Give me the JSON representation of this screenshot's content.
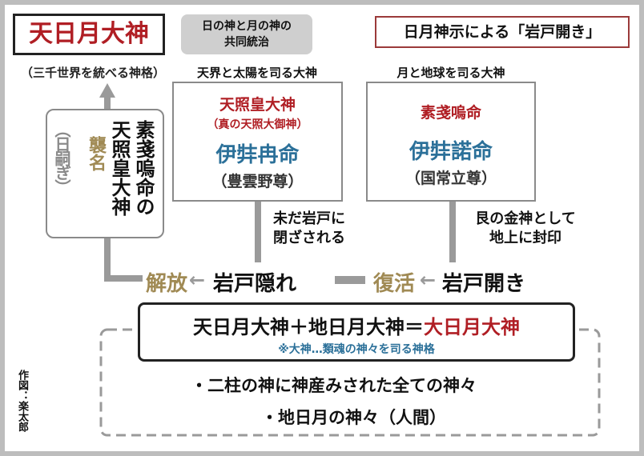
{
  "title": "天日月大神",
  "title_sub": "（三千世界を統べる神格）",
  "joint_rule": "日の神と月の神の\n共同統治",
  "source": "日月神示による「岩戸開き」",
  "label_heaven": "天界と太陽を司る大神",
  "label_earth": "月と地球を司る大神",
  "box_left": {
    "top1": "天照皇大神",
    "top2": "（真の天照大御神）",
    "main": "伊弉冉命",
    "sub": "（豊雲野尊）"
  },
  "box_right": {
    "top1": "素戔嗚命",
    "main": "伊弉諾命",
    "sub": "（国常立尊）"
  },
  "succession": {
    "col1": "素戔嗚命の",
    "col2": "天照皇大神",
    "name": "襲名",
    "paren_open": "（",
    "paren_text": "日嗣ぎ",
    "paren_close": "）"
  },
  "note_left": "未だ岩戸に\n閉ざされる",
  "note_right": "艮の金神として\n地上に封印",
  "flow": {
    "release": "解放",
    "arrow": "←",
    "hidden": "岩戸隠れ",
    "revival": "復活",
    "opening": "岩戸開き"
  },
  "formula": {
    "a": "天日月大神",
    "plus": "＋",
    "b": "地日月大神",
    "eq": "＝",
    "result": "大日月大神"
  },
  "formula_note": "※大神…類魂の神々を司る神格",
  "bullets": [
    "・二柱の神に神産みされた全ての神々",
    "・地日月の神々（人間）"
  ],
  "credit": "作図：楽太郎",
  "colors": {
    "red": "#b01e24",
    "blue": "#2b7099",
    "gold": "#a08a54",
    "gray": "#9a9a9a",
    "lightgray": "#c8c8c8"
  }
}
